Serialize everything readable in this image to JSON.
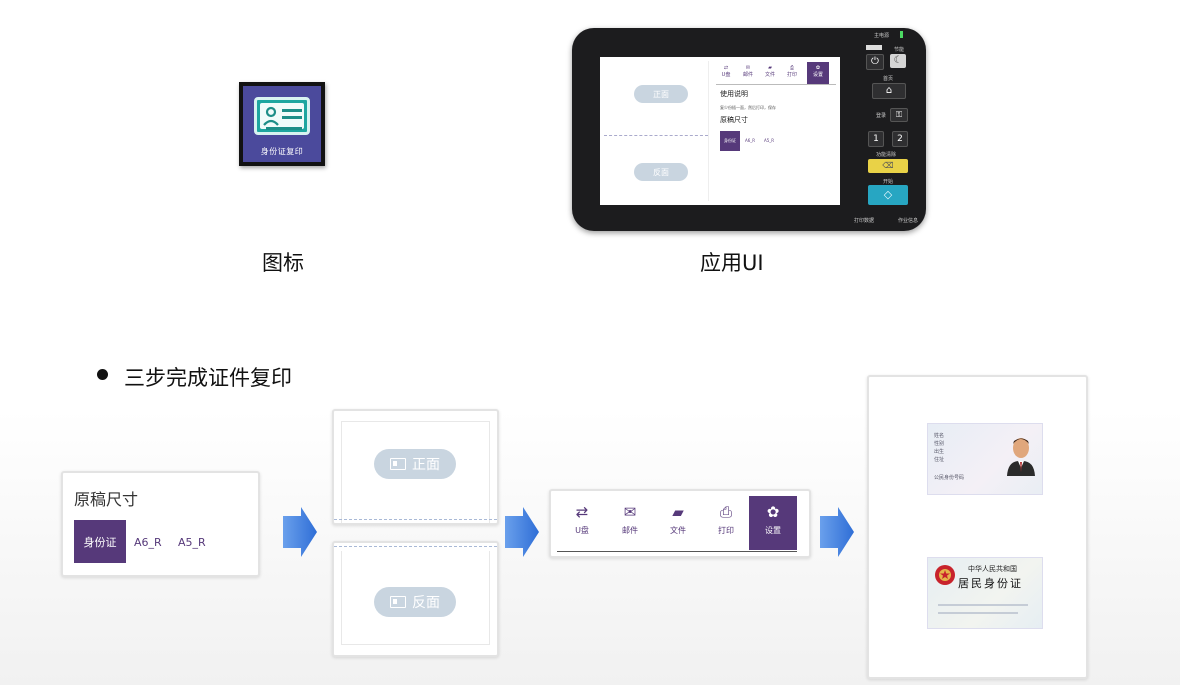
{
  "icon_section": {
    "app_icon_label": "身份证复印",
    "caption": "图标"
  },
  "ui_section": {
    "caption": "应用UI",
    "screen": {
      "front_label": "正面",
      "back_label": "反面",
      "toolbar": [
        "U盘",
        "邮件",
        "文件",
        "打印",
        "设置"
      ],
      "usage_title": "使用说明",
      "usage_text": "复少份插一面，然后打印，保存",
      "size_title": "原稿尺寸",
      "sizes": [
        "身份证",
        "A6_R",
        "A5_R"
      ]
    },
    "panel_labels": {
      "top_status": "主电源",
      "energy": "节能",
      "home": "首页",
      "login": "登录",
      "function_clear": "功能清除",
      "start": "开始",
      "print_status": "打印数据",
      "job_info": "作业信息",
      "page_btn_1": "1",
      "page_btn_2": "2"
    }
  },
  "steps": {
    "bullet": "三步完成证件复印",
    "step1": {
      "title": "原稿尺寸",
      "sizes": [
        "身份证",
        "A6_R",
        "A5_R"
      ],
      "selected": "身份证"
    },
    "step2": {
      "front_label": "正面",
      "back_label": "反面"
    },
    "step3": {
      "items": [
        {
          "label": "U盘",
          "icon": "usb-icon"
        },
        {
          "label": "邮件",
          "icon": "mail-icon"
        },
        {
          "label": "文件",
          "icon": "folder-icon"
        },
        {
          "label": "打印",
          "icon": "printer-icon"
        },
        {
          "label": "设置",
          "icon": "gear-icon"
        }
      ],
      "active": "设置"
    },
    "step4": {
      "id_front": {
        "lines": [
          "姓名",
          "性别",
          "出生",
          "住址",
          "公民身份号码"
        ]
      },
      "id_back": {
        "title_line1": "中华人民共和国",
        "title_line2": "居民身份证"
      }
    }
  },
  "colors": {
    "accent_purple": "#56397a",
    "pill_blue": "#c9d5e0",
    "arrow_blue": "#2f6ed6",
    "icon_bg": "#4b4a9c",
    "icon_teal": "#1ea6a0",
    "start_button": "#27a6c2",
    "clear_button": "#e9d247"
  }
}
